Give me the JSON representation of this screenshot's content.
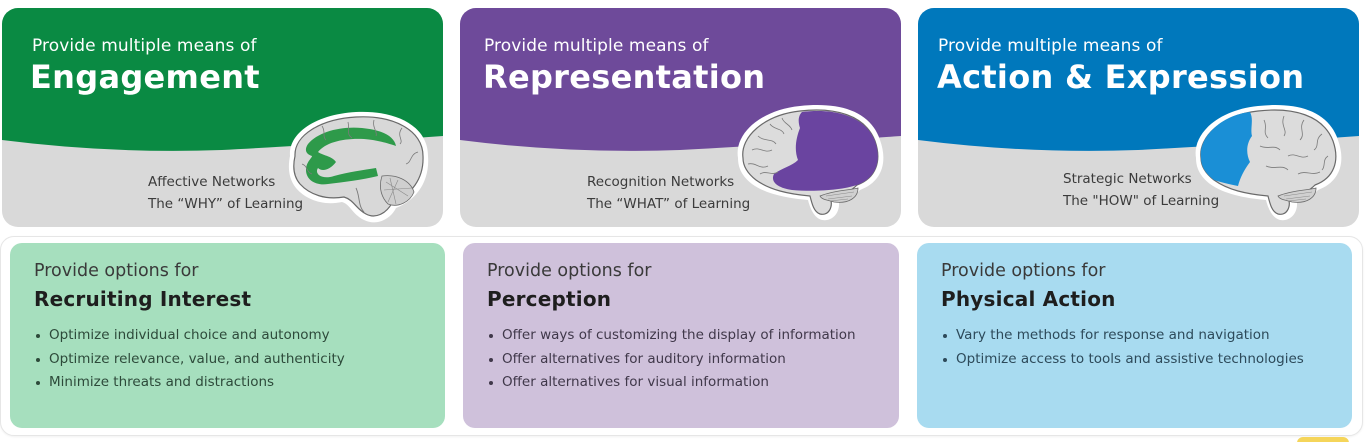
{
  "principles": [
    {
      "id": "engagement",
      "eyebrow": "Provide multiple means of",
      "title": "Engagement",
      "network": "Affective Networks",
      "network_sub": "The “WHY” of Learning",
      "color": "#0a8a43",
      "brain_icon": "brain-medial-icon"
    },
    {
      "id": "representation",
      "eyebrow": "Provide multiple means of",
      "title": "Representation",
      "network": "Recognition Networks",
      "network_sub": "The “WHAT” of Learning",
      "color": "#6e4a9a",
      "brain_icon": "brain-posterior-icon"
    },
    {
      "id": "action",
      "eyebrow": "Provide multiple means of",
      "title": "Action & Expression",
      "network": "Strategic Networks",
      "network_sub": "The \"HOW\" of Learning",
      "color": "#0078bc",
      "brain_icon": "brain-frontal-icon"
    }
  ],
  "options": [
    {
      "lead": "Provide options for",
      "focus": "Recruiting Interest",
      "bg": "#a6dfbe",
      "items": [
        "Optimize individual choice and autonomy",
        "Optimize relevance, value, and authenticity",
        "Minimize threats and distractions"
      ]
    },
    {
      "lead": "Provide options for",
      "focus": "Perception",
      "bg": "#cfc1db",
      "items": [
        "Offer ways of customizing the display of information",
        "Offer alternatives for auditory information",
        "Offer alternatives for visual information"
      ]
    },
    {
      "lead": "Provide options for",
      "focus": "Physical Action",
      "bg": "#a8dbf0",
      "items": [
        "Vary the methods for response and navigation",
        "Optimize access to tools and assistive technologies"
      ]
    }
  ],
  "colors": {
    "green": "#0a8a43",
    "purple": "#6e4a9a",
    "blue": "#0078bc",
    "header_gray": "#d9d9d9",
    "brain_gray": "#dcdcdc"
  }
}
